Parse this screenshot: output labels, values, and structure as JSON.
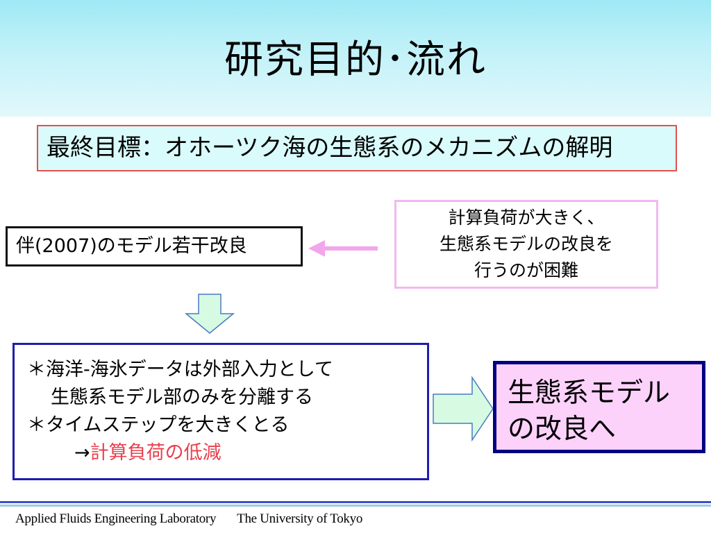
{
  "slide": {
    "title": "研究目的･流れ"
  },
  "goal_box": {
    "text": "最終目標：オホーツク海の生態系のメカニズムの解明"
  },
  "model_box": {
    "text": "伴(2007)のモデル若干改良"
  },
  "difficulty_box": {
    "lines": [
      "計算負荷が大きく、",
      "生態系モデルの改良を",
      "行うのが困難"
    ]
  },
  "method_box": {
    "line1": "＊海洋-海氷データは外部入力として",
    "line2": "生態系モデル部のみを分離する",
    "line3": "＊タイムステップを大きくとる",
    "line4_prefix": "→",
    "line4_highlight": "計算負荷の低減"
  },
  "result_box": {
    "line1": "生態系モデル",
    "line2": "の改良へ"
  },
  "footer": {
    "lab": "Applied Fluids Engineering Laboratory",
    "university": "The University of Tokyo"
  },
  "colors": {
    "header_gradient": "#9ee9f5",
    "goal_border": "#e25050",
    "goal_fill": "#d9fbfb",
    "difficulty_border": "#f2b8f0",
    "pink_arrow": "#f2a6ec",
    "method_border": "#1d1dae",
    "highlight_red": "#e8404d",
    "result_border": "#000080",
    "result_fill": "#fcd2fb",
    "flow_arrow_fill": "#d6fbe2",
    "footer_line": "#3b4fcc"
  },
  "icons": {
    "left_arrow": "pink-left-arrow-icon",
    "down_arrow": "down-block-arrow-icon",
    "right_arrow": "right-block-arrow-icon"
  }
}
